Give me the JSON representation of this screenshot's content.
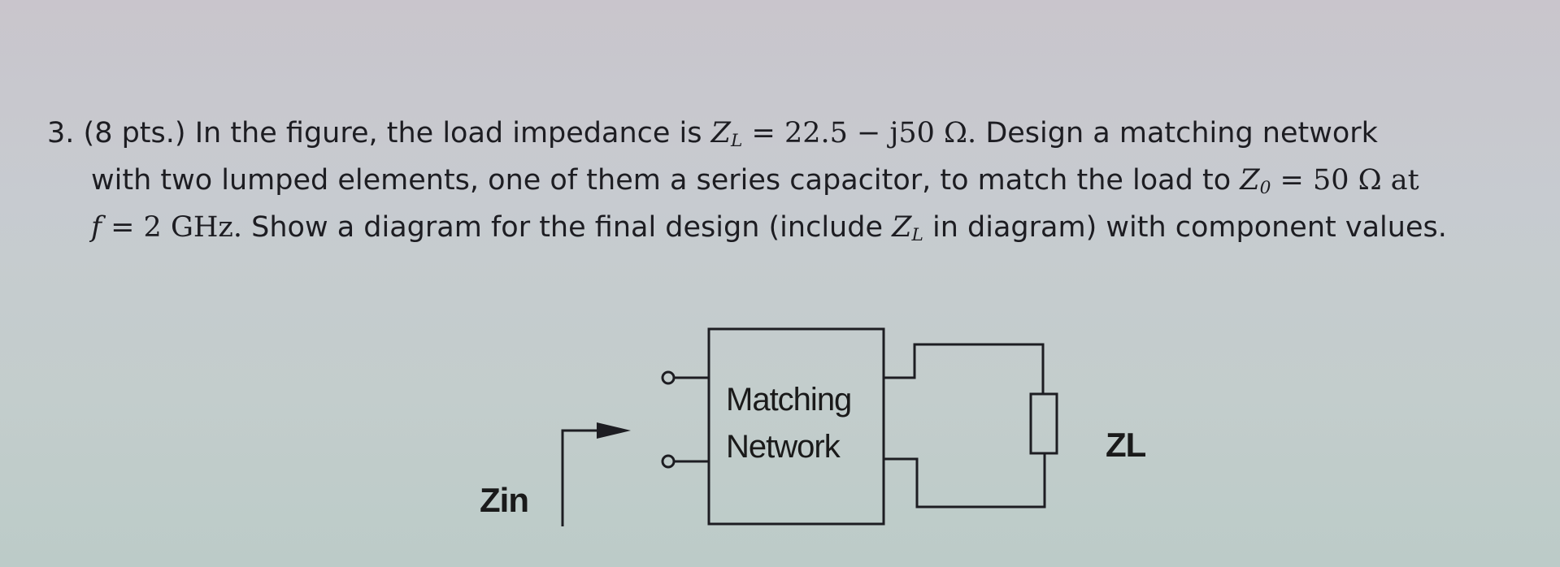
{
  "problem": {
    "number": "3.",
    "points": "(8 pts.)",
    "line1_text": "In the figure, the load impedance is",
    "zl_symbol": "Z",
    "zl_subscript": "L",
    "zl_value": "= 22.5 − j50 Ω.",
    "line1_tail": "Design a matching network",
    "line2_text": "with two lumped elements, one of them a series capacitor, to match the load to",
    "z0_symbol": "Z",
    "z0_subscript": "0",
    "z0_value": "= 50 Ω at",
    "f_symbol": "f",
    "f_value": "= 2 GHz.",
    "line3_text": "Show a diagram for the final design (include",
    "zl2_symbol": "Z",
    "zl2_subscript": "L",
    "line3_tail": "in diagram) with component values."
  },
  "figure": {
    "network_label_1": "Matching",
    "network_label_2": "Network",
    "zin_label": "Zin",
    "zl_label": "ZL"
  }
}
